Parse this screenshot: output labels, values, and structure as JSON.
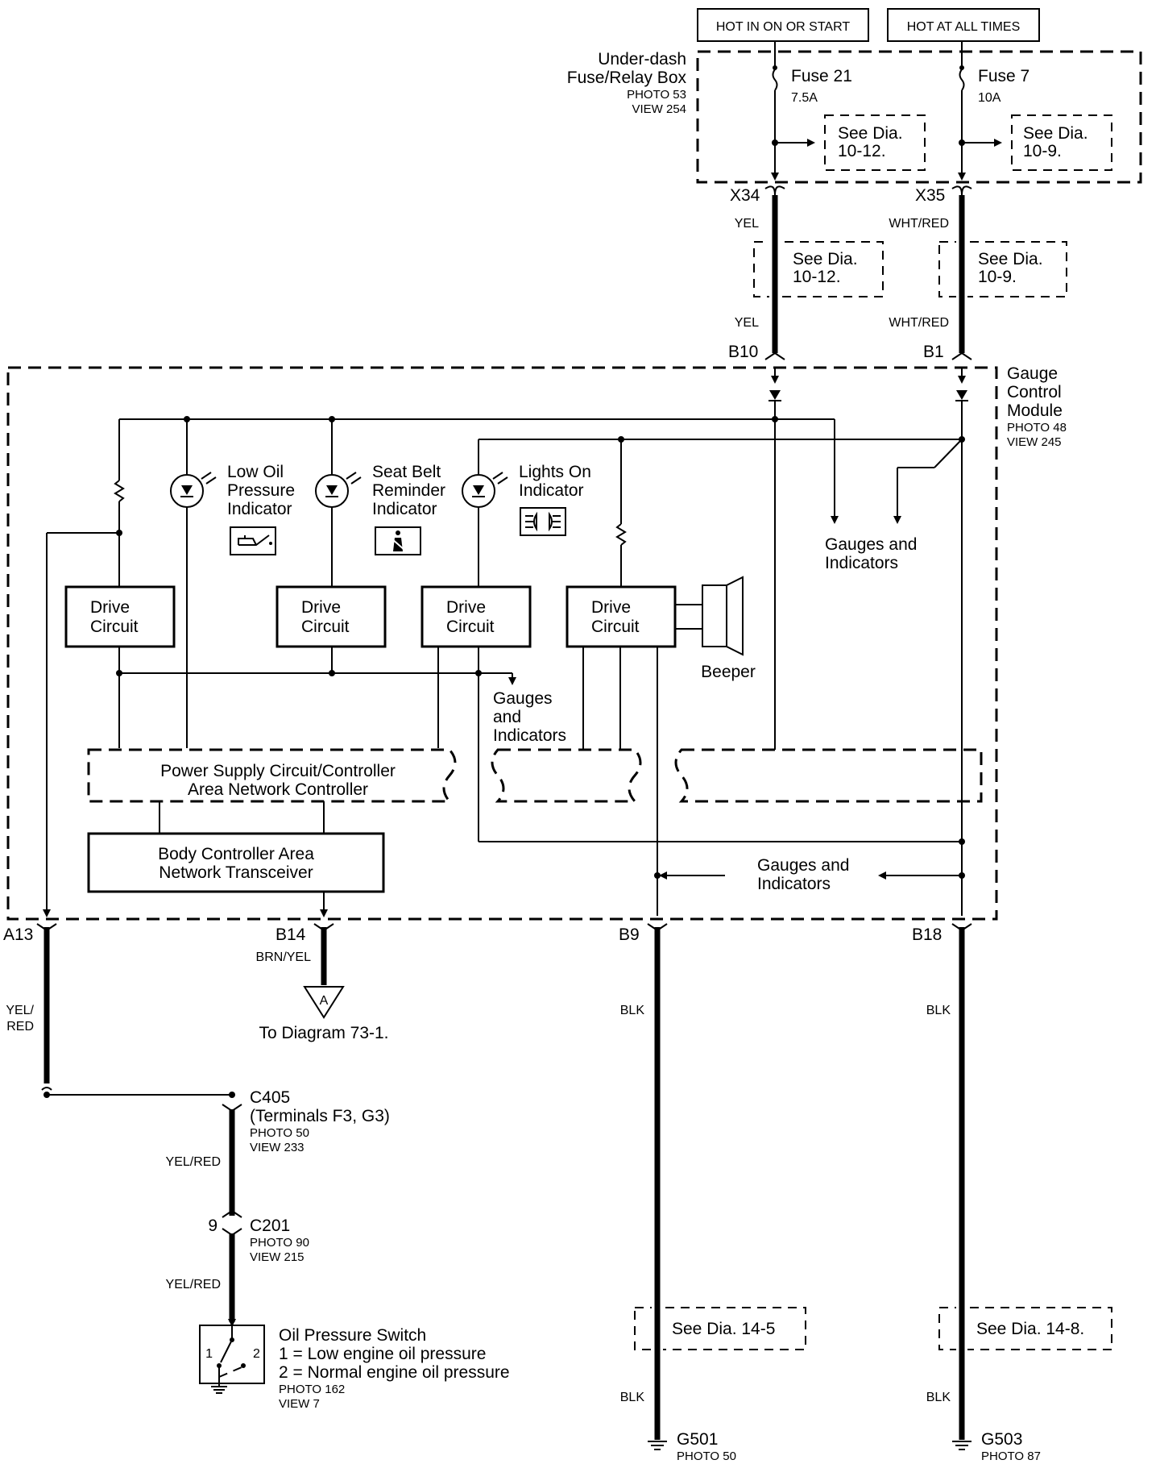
{
  "power": {
    "hot_in_on": "HOT IN ON OR START",
    "hot_at_all": "HOT AT ALL TIMES"
  },
  "fusebox": {
    "name1": "Under-dash",
    "name2": "Fuse/Relay Box",
    "photo": "PHOTO 53",
    "view": "VIEW 254",
    "fuse21_name": "Fuse 21",
    "fuse21_amp": "7.5A",
    "fuse7_name": "Fuse 7",
    "fuse7_amp": "10A",
    "see1_l1": "See Dia.",
    "see1_l2": "10-12.",
    "see2_l1": "See Dia.",
    "see2_l2": "10-9."
  },
  "connectors": {
    "x34": "X34",
    "x35": "X35",
    "b10": "B10",
    "b1": "B1",
    "a13": "A13",
    "b14": "B14",
    "b9": "B9",
    "b18": "B18"
  },
  "wires": {
    "yel_a": "YEL",
    "yel_b": "YEL",
    "whtred_a": "WHT/RED",
    "whtred_b": "WHT/RED",
    "brnyel": "BRN/YEL",
    "yelred_1": "YEL/",
    "yelred_2": "RED",
    "yelred_c405": "YEL/RED",
    "yelred_c201": "YEL/RED",
    "blk_b9": "BLK",
    "blk_b18": "BLK",
    "blk_g501": "BLK",
    "blk_g503": "BLK"
  },
  "mid_refs": {
    "see3_l1": "See Dia.",
    "see3_l2": "10-12.",
    "see4_l1": "See Dia.",
    "see4_l2": "10-9."
  },
  "gcm": {
    "name1": "Gauge",
    "name2": "Control",
    "name3": "Module",
    "photo": "PHOTO 48",
    "view": "VIEW 245",
    "oil_l1": "Low Oil",
    "oil_l2": "Pressure",
    "oil_l3": "Indicator",
    "belt_l1": "Seat Belt",
    "belt_l2": "Reminder",
    "belt_l3": "Indicator",
    "lights_l1": "Lights On",
    "lights_l2": "Indicator",
    "drive_l1": "Drive",
    "drive_l2": "Circuit",
    "beeper": "Beeper",
    "gauges1_l1": "Gauges and",
    "gauges1_l2": "Indicators",
    "gauges2_l1": "Gauges",
    "gauges2_l2": "and",
    "gauges2_l3": "Indicators",
    "gauges3_l1": "Gauges and",
    "gauges3_l2": "Indicators",
    "psc_l1": "Power Supply Circuit/Controller",
    "psc_l2": "Area Network Controller",
    "bcan_l1": "Body Controller Area",
    "bcan_l2": "Network Transceiver"
  },
  "diagram_ref": {
    "letter": "A",
    "text": "To Diagram 73-1."
  },
  "c405": {
    "name": "C405",
    "terms": "(Terminals F3, G3)",
    "photo": "PHOTO 50",
    "view": "VIEW 233"
  },
  "c201": {
    "pin": "9",
    "name": "C201",
    "photo": "PHOTO 90",
    "view": "VIEW 215"
  },
  "switch": {
    "name": "Oil Pressure Switch",
    "state1": "1 = Low engine oil pressure",
    "state2": "2 = Normal engine oil pressure",
    "photo": "PHOTO 162",
    "view": "VIEW 7",
    "pos1": "1",
    "pos2": "2"
  },
  "bottom_refs": {
    "see5": "See Dia. 14-5",
    "see6": "See Dia. 14-8."
  },
  "grounds": {
    "g501": "G501",
    "g501_photo": "PHOTO 50",
    "g503": "G503",
    "g503_photo": "PHOTO 87"
  }
}
